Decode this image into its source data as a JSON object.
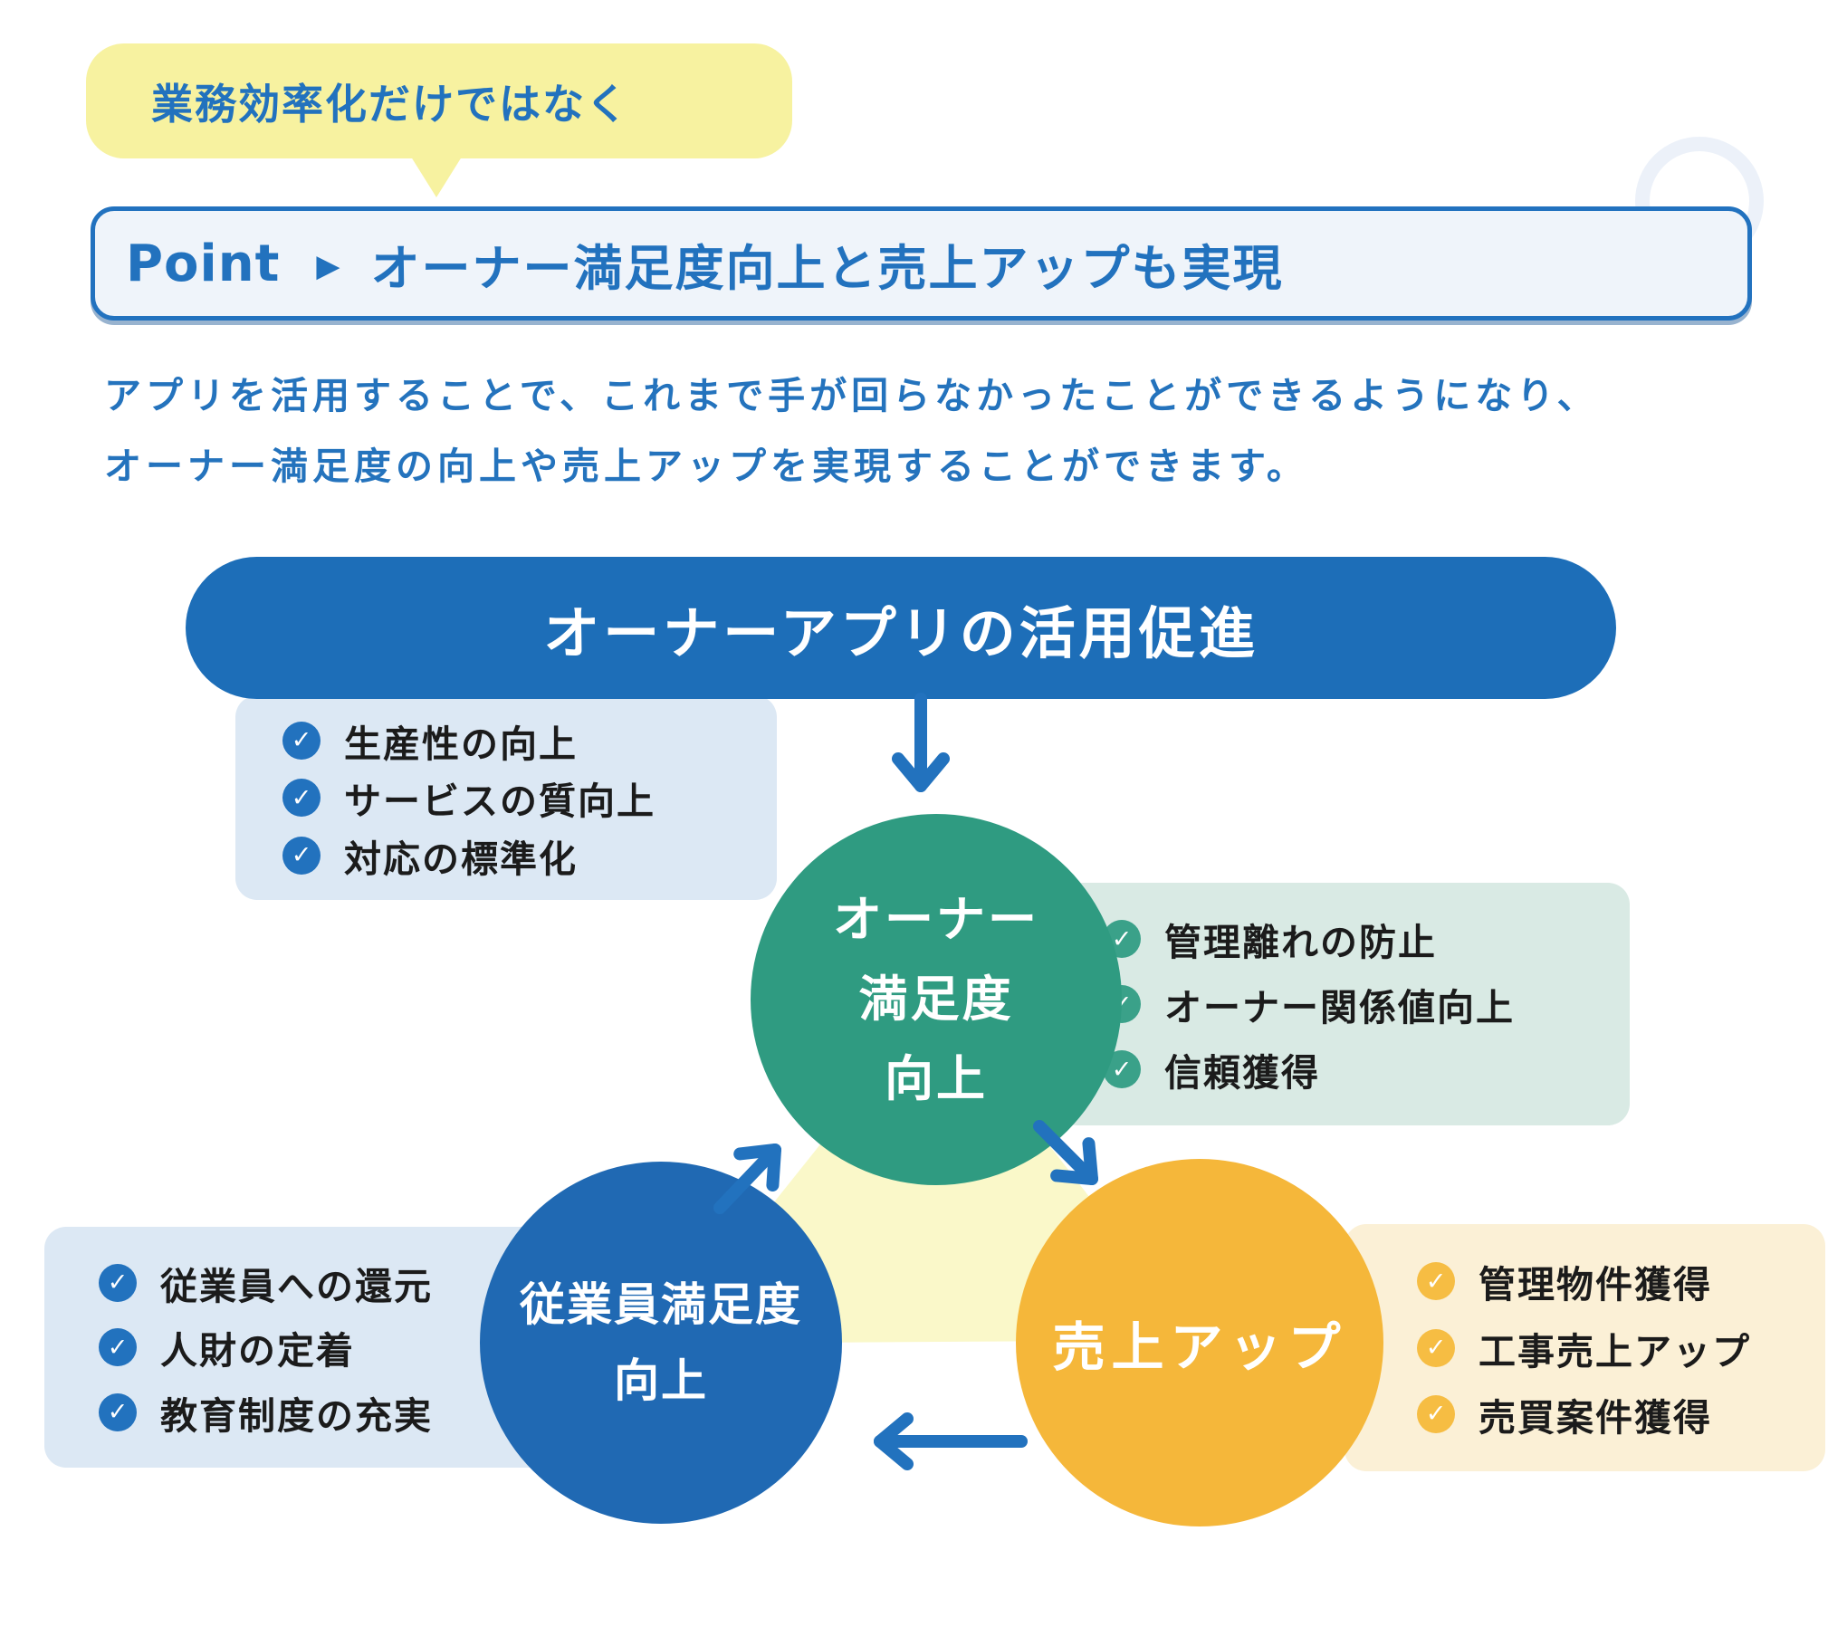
{
  "bubble": {
    "text": "業務効率化だけではなく"
  },
  "point_box": {
    "label": "Point",
    "arrow_glyph": "▶",
    "text": "オーナー満足度向上と売上アップも実現"
  },
  "intro": {
    "line1": "アプリを活用することで、これまで手が回らなかったことができるようになり、",
    "line2": "オーナー満足度の向上や売上アップを実現することができます。"
  },
  "banner": {
    "title": "オーナーアプリの活用促進"
  },
  "diagram": {
    "top_list": {
      "items": [
        "生産性の向上",
        "サービスの質向上",
        "対応の標準化"
      ]
    },
    "owner_circle": {
      "lines": [
        "オーナー",
        "満足度",
        "向上"
      ]
    },
    "owner_list": {
      "items": [
        "管理離れの防止",
        "オーナー関係値向上",
        "信頼獲得"
      ]
    },
    "employee_circle": {
      "lines": [
        "従業員満足度",
        "向上"
      ]
    },
    "employee_list": {
      "items": [
        "従業員への還元",
        "人財の定着",
        "教育制度の充実"
      ]
    },
    "sales_circle": {
      "text": "売上アップ"
    },
    "sales_list": {
      "items": [
        "管理物件獲得",
        "工事売上アップ",
        "売買案件獲得"
      ]
    }
  },
  "icons": {
    "check": "✓"
  },
  "colors": {
    "accent_blue": "#2272BE",
    "banner_blue": "#1D6EB8",
    "circle_green": "#2F9B81",
    "circle_blue": "#2069B3",
    "circle_orange": "#F5B73A",
    "bubble_yellow": "#F7F2A0",
    "triangle_yellow": "#FAF8C9",
    "box_light_blue": "#DCE8F4",
    "box_light_green": "#D9EAE4",
    "box_light_yellow": "#FBF0D6"
  }
}
